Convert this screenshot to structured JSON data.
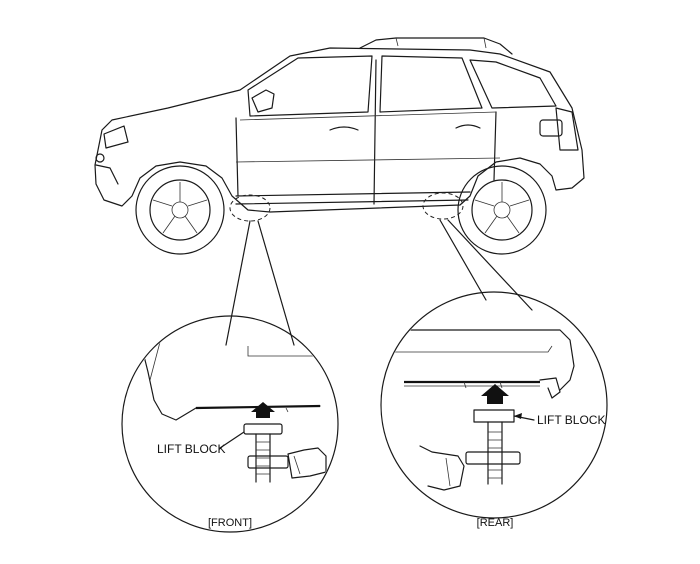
{
  "labels": {
    "front_lift_block": "LIFT BLOCK",
    "rear_lift_block": "LIFT BLOCK",
    "front_caption": "[FRONT]",
    "rear_caption": "[REAR]"
  },
  "icons": {
    "front_arrow": "lift-direction-arrow-icon",
    "rear_arrow": "lift-direction-arrow-icon"
  }
}
